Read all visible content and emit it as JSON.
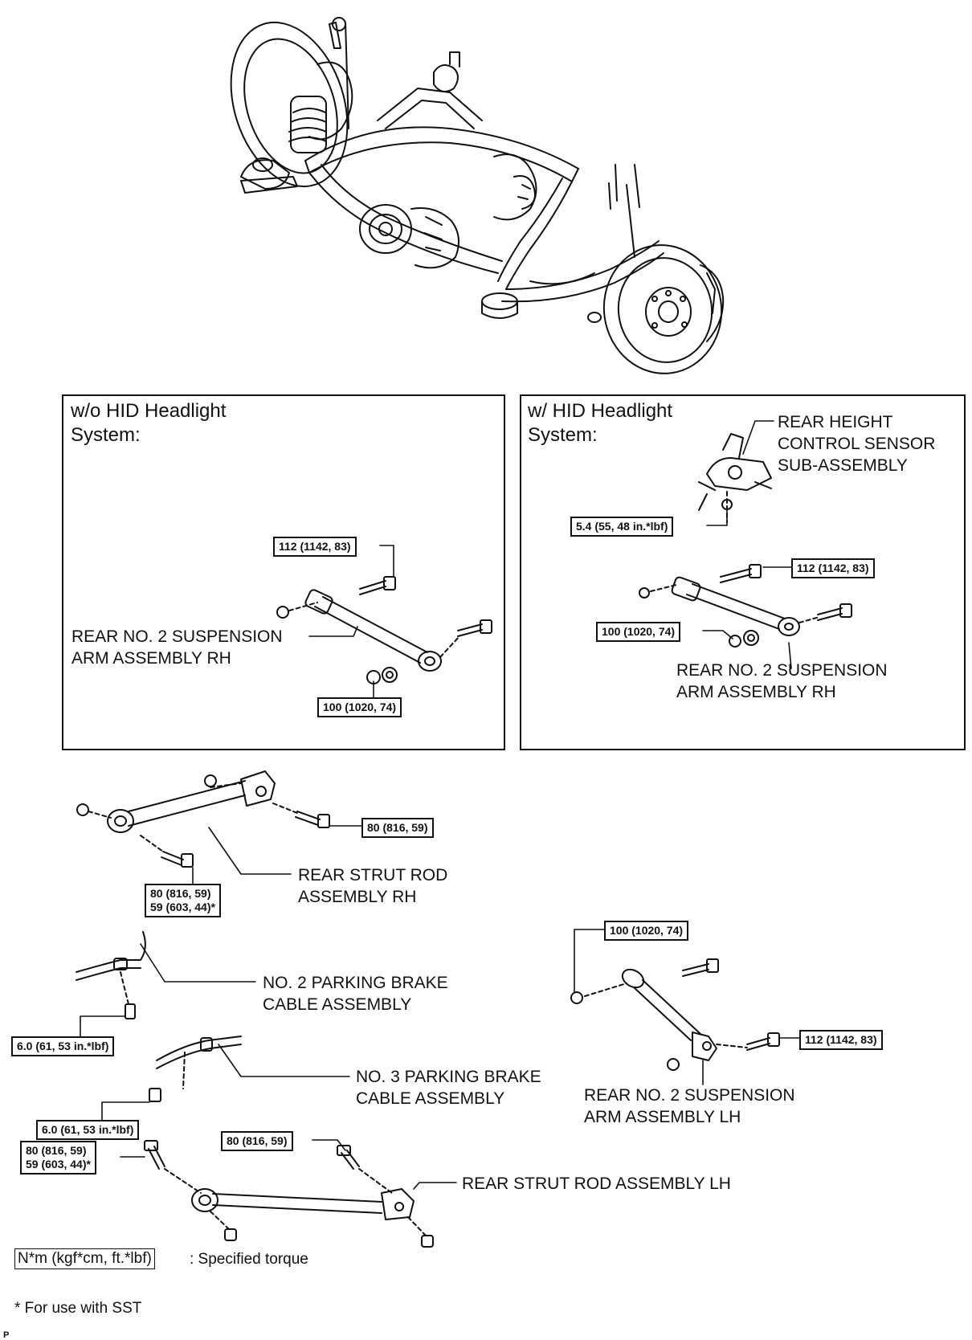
{
  "panels": {
    "without_hid": {
      "title": "w/o HID Headlight\nSystem:"
    },
    "with_hid": {
      "title": "w/ HID Headlight\nSystem:"
    }
  },
  "labels": {
    "rear_height_sensor": "REAR HEIGHT\nCONTROL SENSOR\nSUB-ASSEMBLY",
    "arm_rh_left": "REAR NO. 2 SUSPENSION\nARM ASSEMBLY RH",
    "arm_rh_right": "REAR NO. 2 SUSPENSION\nARM ASSEMBLY RH",
    "strut_rod_rh": "REAR STRUT ROD\nASSEMBLY RH",
    "parking_cable_2": "NO. 2 PARKING BRAKE\nCABLE ASSEMBLY",
    "parking_cable_3": "NO. 3 PARKING BRAKE\nCABLE ASSEMBLY",
    "arm_lh": "REAR NO. 2 SUSPENSION\nARM ASSEMBLY LH",
    "strut_rod_lh": "REAR STRUT ROD ASSEMBLY LH"
  },
  "torques": {
    "t_112_a": "112 (1142, 83)",
    "t_100_a": "100 (1020, 74)",
    "t_54": "5.4 (55, 48 in.*lbf)",
    "t_112_b": "112 (1142, 83)",
    "t_100_b": "100 (1020, 74)",
    "t_80_a": "80 (816, 59)",
    "t_80_59_a": "80 (816, 59)\n59 (603, 44)*",
    "t_60_a": "6.0 (61, 53 in.*lbf)",
    "t_60_b": "6.0 (61, 53 in.*lbf)",
    "t_100_c": "100 (1020, 74)",
    "t_112_c": "112 (1142, 83)",
    "t_80_59_b": "80 (816, 59)\n59 (603, 44)*",
    "t_80_b": "80 (816, 59)"
  },
  "legend": {
    "unit": "N*m (kgf*cm, ft.*lbf)",
    "text": ": Specified torque"
  },
  "footnote": "* For use with SST",
  "corner_mark": "P"
}
